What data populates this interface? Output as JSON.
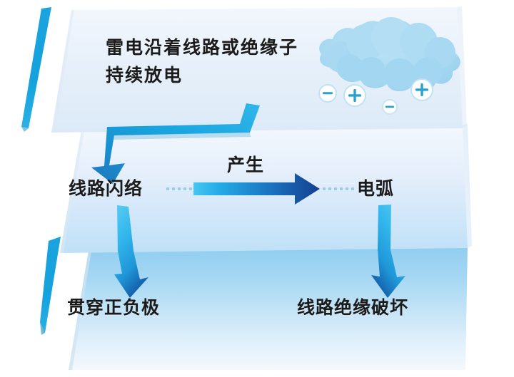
{
  "diagram": {
    "title": "雷电沿着线路或绝缘子\n持续放电",
    "title_line1": "雷电沿着线路或绝缘子",
    "title_line2": "持续放电",
    "nodes": {
      "flashover": "线路闪络",
      "arc": "电弧",
      "breakdown": "贯穿正负极",
      "insulation_damage": "线路绝缘破坏"
    },
    "connector_labels": {
      "produce": "产生"
    },
    "cloud": {
      "icon": "storm-cloud-icon",
      "charges": [
        {
          "sign": "−",
          "name": "negative-charge-badge",
          "size": "medium"
        },
        {
          "sign": "+",
          "name": "positive-charge-badge",
          "size": "large"
        },
        {
          "sign": "−",
          "name": "negative-charge-badge",
          "size": "small"
        },
        {
          "sign": "+",
          "name": "positive-charge-badge",
          "size": "large"
        }
      ]
    },
    "arrows": {
      "elbow_down_left": "elbow-arrow-down-left",
      "produce_right": "horizontal-gradient-arrow-right",
      "flashover_down": "curved-arrow-down-left",
      "arc_down": "curved-arrow-down-right"
    },
    "colors": {
      "accent_stripe": "#17a0db",
      "cloud_fill": "#a9d9f2",
      "arrow_light": "#29b6ec",
      "arrow_dark": "#1b5fa8",
      "band_top": "#e8f1fa",
      "band_mid": "#e2eefb",
      "band_bottom": "#9fd2f2",
      "text": "#1b1b1b",
      "dotted_line": "#9ecbe8"
    }
  }
}
